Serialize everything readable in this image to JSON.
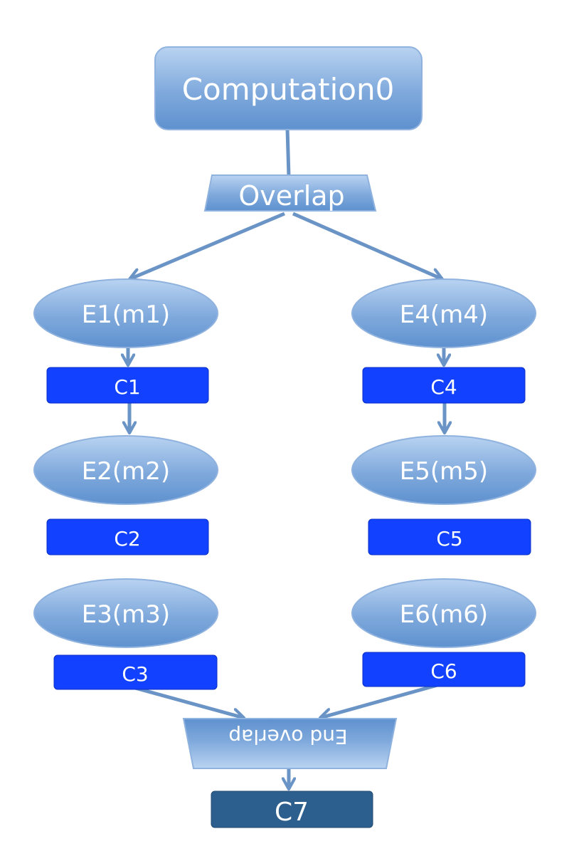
{
  "diagram": {
    "start": "Computation0",
    "split": "Overlap",
    "left_branch": {
      "e1": "E1(m1)",
      "c1": "C1",
      "e2": "E2(m2)",
      "c2": "C2",
      "e3": "E3(m3)",
      "c3": "C3"
    },
    "right_branch": {
      "e4": "E4(m4)",
      "c4": "C4",
      "e5": "E5(m5)",
      "c5": "C5",
      "e6": "E6(m6)",
      "c6": "C6"
    },
    "merge": "End overlap",
    "end": "C7"
  },
  "colors": {
    "node_light": "#b9d3f1",
    "node_dark": "#5e91cf",
    "compute_box": "#1242ff",
    "final_box": "#2d5f8e",
    "connector": "#6a93c6"
  }
}
